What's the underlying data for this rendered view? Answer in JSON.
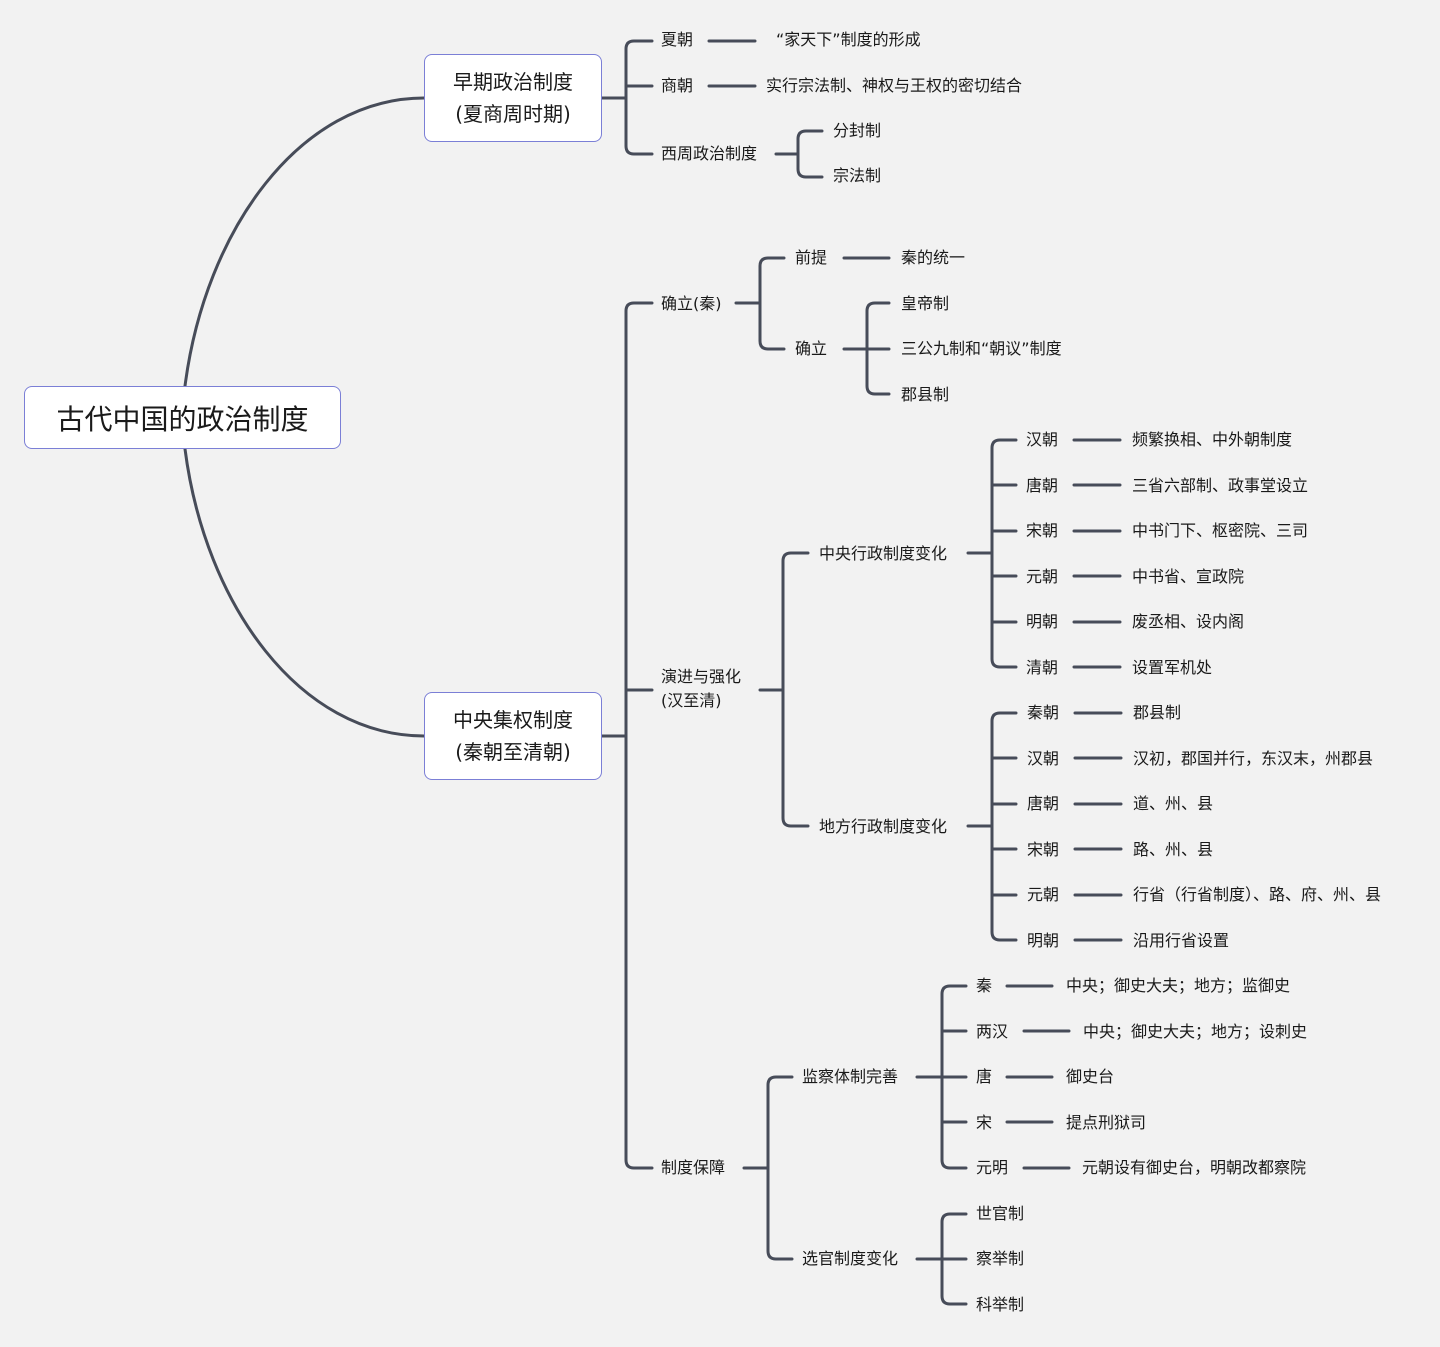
{
  "root": "古代中国的政治制度",
  "early": {
    "title": "早期政治制度\n(夏商周时期)",
    "xia": "夏朝",
    "xia_desc": "“家天下”制度的形成",
    "shang": "商朝",
    "shang_desc": "实行宗法制、神权与王权的密切结合",
    "xizhou": "西周政治制度",
    "fenfeng": "分封制",
    "zongfa": "宗法制"
  },
  "central": {
    "title": "中央集权制度\n(秦朝至清朝)",
    "queli": {
      "label": "确立(秦)",
      "qianti": "前提",
      "qianti_desc": "秦的统一",
      "queli": "确立",
      "items": [
        "皇帝制",
        "三公九制和“朝议”制度",
        "郡县制"
      ]
    },
    "yanjin": {
      "label": "演进与强化\n(汉至清)",
      "zhongyang": {
        "label": "中央行政制度变化",
        "dynasties": [
          "汉朝",
          "唐朝",
          "宋朝",
          "元朝",
          "明朝",
          "清朝"
        ],
        "descs": [
          "频繁换相、中外朝制度",
          "三省六部制、政事堂设立",
          "中书门下、枢密院、三司",
          "中书省、宣政院",
          "废丞相、设内阁",
          "设置军机处"
        ]
      },
      "difang": {
        "label": "地方行政制度变化",
        "dynasties": [
          "秦朝",
          "汉朝",
          "唐朝",
          "宋朝",
          "元朝",
          "明朝"
        ],
        "descs": [
          "郡县制",
          "汉初，郡国并行，东汉末，州郡县",
          "道、州、县",
          "路、州、县",
          "行省（行省制度）、路、府、州、县",
          "沿用行省设置"
        ]
      }
    },
    "baozhang": {
      "label": "制度保障",
      "jiancha": {
        "label": "监察体制完善",
        "periods": [
          "秦",
          "两汉",
          "唐",
          "宋",
          "元明"
        ],
        "descs": [
          "中央；御史大夫；地方；监御史",
          "中央；御史大夫；地方；设刺史",
          "御史台",
          "提点刑狱司",
          "元朝设有御史台，明朝改都察院"
        ]
      },
      "xuanguan": {
        "label": "选官制度变化",
        "items": [
          "世官制",
          "察举制",
          "科举制"
        ]
      }
    }
  },
  "colors": {
    "line": "#474c59",
    "node_border": "#7b7fd6",
    "background": "#f2f2f2"
  }
}
